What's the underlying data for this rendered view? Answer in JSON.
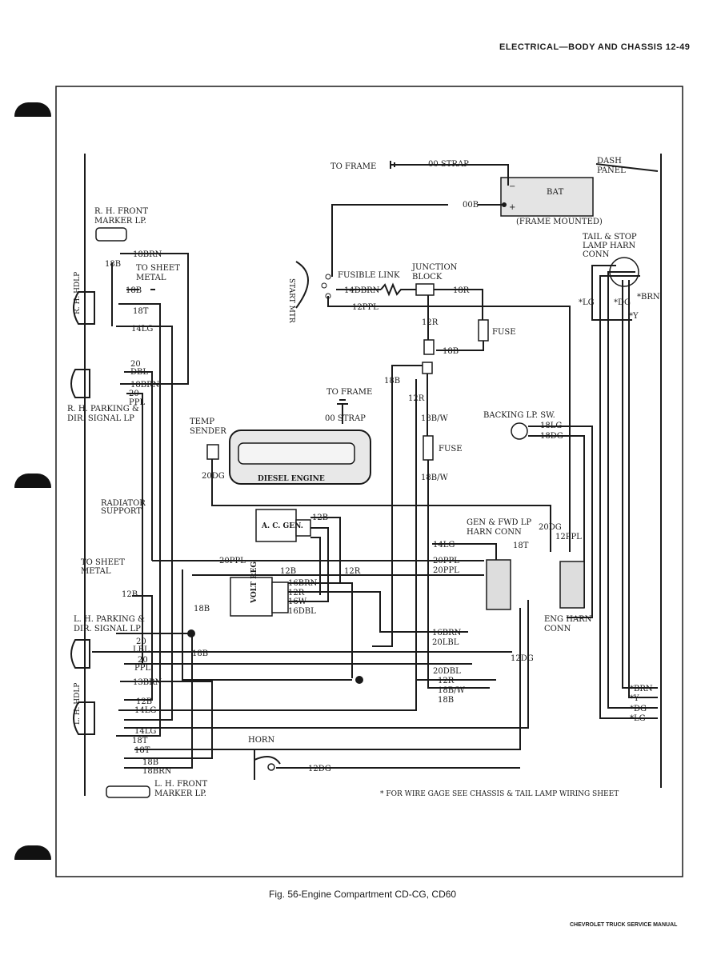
{
  "header": {
    "text": "ELECTRICAL—BODY AND CHASSIS   12-49"
  },
  "caption": "Fig. 56-Engine Compartment CD-CG, CD60",
  "footer": "CHEVROLET TRUCK SERVICE MANUAL",
  "footnote": "* FOR WIRE GAGE SEE CHASSIS & TAIL LAMP WIRING SHEET",
  "components": {
    "rh_front_marker": "R. H. FRONT",
    "rh_front_marker2": "MARKER LP.",
    "to_sheet_metal_1": "TO SHEET",
    "to_sheet_metal_1b": "METAL",
    "rh_hdlp": "R. H. HDLP",
    "rh_parking_1": "R. H. PARKING &",
    "rh_parking_2": "DIR. SIGNAL LP",
    "radiator_1": "RADIATOR",
    "radiator_2": "SUPPORT",
    "to_sheet_metal_2": "TO SHEET",
    "to_sheet_metal_2b": "METAL",
    "lh_parking_1": "L. H. PARKING &",
    "lh_parking_2": "DIR. SIGNAL LP",
    "lh_hdlp": "L. H. HDLP",
    "lh_front_marker": "L. H. FRONT",
    "lh_front_marker2": "MARKER LP.",
    "to_frame_top": "TO FRAME",
    "strap_top": "00 STRAP",
    "bat": "BAT",
    "frame_mounted": "(FRAME MOUNTED)",
    "dash_1": "DASH",
    "dash_2": "PANEL",
    "tail_1": "TAIL & STOP",
    "tail_2": "LAMP HARN",
    "tail_3": "CONN",
    "start_mtr": "START MTR",
    "fusible": "FUSIBLE LINK",
    "junction_1": "JUNCTION",
    "junction_2": "BLOCK",
    "fuse1": "FUSE",
    "fuse2": "FUSE",
    "to_frame_mid": "TO FRAME",
    "strap_mid": "00 STRAP",
    "temp_1": "TEMP",
    "temp_2": "SENDER",
    "diesel": "DIESEL ENGINE",
    "backing": "BACKING LP. SW.",
    "ac_gen": "A. C. GEN.",
    "gen_harn_1": "GEN & FWD LP",
    "gen_harn_2": "HARN CONN",
    "volt_reg": "VOLT REG",
    "eng_harn_1": "ENG HARN",
    "eng_harn_2": "CONN",
    "horn": "HORN"
  },
  "wires": {
    "w18brn_a": "18BRN",
    "w18b_a": "18B",
    "w18b_b": "18B",
    "w18t_a": "18T",
    "w14lg_a": "14LG",
    "w20dbl_a": "20",
    "w20dbl_b": "DBL",
    "w18brn_b": "18BRN",
    "w20ppl_a": "20",
    "w20ppl_b": "PPL",
    "w00b": "00B",
    "w14dbrn": "14DBRN",
    "w18r": "18R",
    "w12ppl": "12PPL",
    "w12r_a": "12R",
    "w18b_c": "18B",
    "w18b_d": "18B",
    "w12r_b": "12R",
    "w18bw_a": "18B/W",
    "w18bw_b": "18B/W",
    "w20dg_a": "20DG",
    "w18lg": "18LG",
    "w18dg": "18DG",
    "w12b_a": "12B",
    "w14lg_b": "14LG",
    "w18t_b": "18T",
    "w20dg_b": "20DG",
    "w12ppl_b": "12PPL",
    "w20ppl_c": "20PPL",
    "w20ppl_d": "20PPL",
    "w20ppl_e": "20PPL",
    "w12b_b": "12B",
    "w12r_c": "12R",
    "w16brn_a": "16BRN",
    "w12r_d": "12R",
    "w16w": "16W",
    "w16dbl": "16DBL",
    "w18b_e": "18B",
    "w12b_c": "12B",
    "w20lbl_a": "20",
    "w20lbl_b": "LBL",
    "w20ppl_f": "20",
    "w20ppl_g": "PPL",
    "w18b_f": "18B",
    "w13brn": "13BRN",
    "w16brn_b": "16BRN",
    "w20lbl_c": "20LBL",
    "w20dbl_c": "20DBL",
    "w12r_e": "12R",
    "w18bw_c": "18B/W",
    "w18b_g": "18B",
    "w12dg_a": "12DG",
    "w12b_d": "12B",
    "w14lg_c": "14LG",
    "w14lg_d": "14LG",
    "w18t_c": "18T",
    "w18t_d": "18T",
    "w18b_h": "18B",
    "w18brn_c": "18BRN",
    "w12dg_b": "12DG",
    "t_lg": "*LG",
    "t_dg": "*DG",
    "t_brn": "*BRN",
    "t_y": "*Y",
    "b_brn": "*BRN",
    "b_y": "*Y",
    "b_dg": "*DG",
    "b_lg": "*LG"
  }
}
